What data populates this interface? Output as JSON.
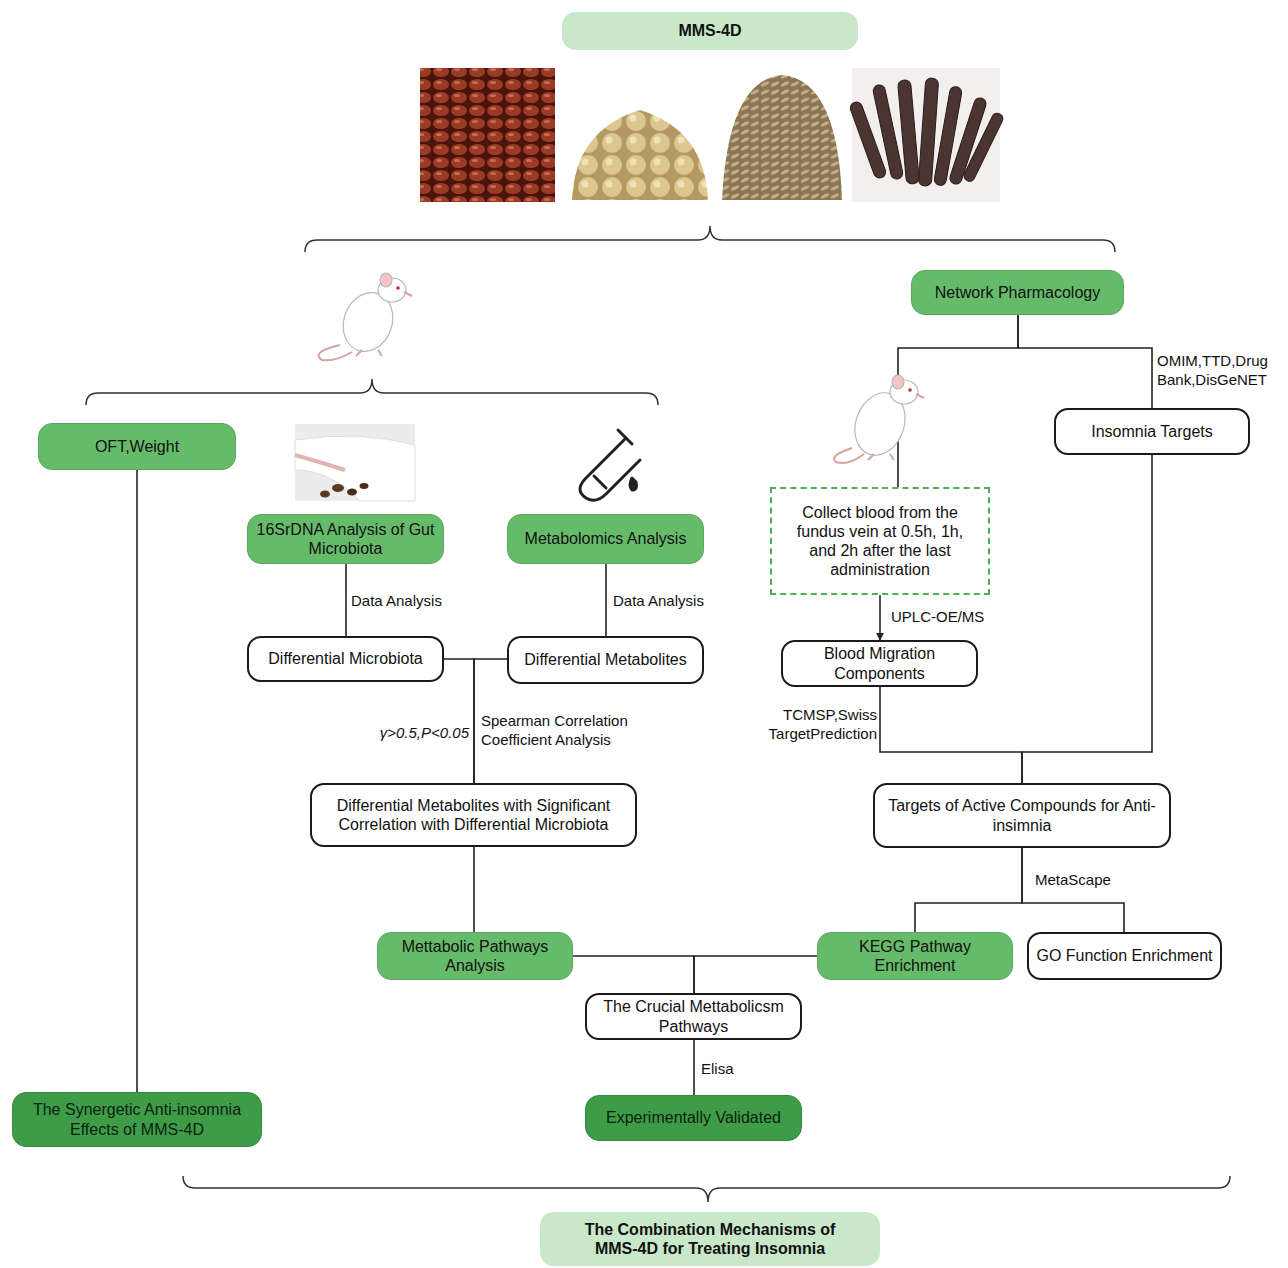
{
  "diagram": {
    "nodes": [
      {
        "text": [
          "MMS-4D"
        ]
      },
      {
        "text": [
          "Network Pharmacology"
        ]
      },
      {
        "text": [
          "Insomnia Targets"
        ]
      },
      {
        "text": [
          "OFT,Weight"
        ]
      },
      {
        "text": [
          "Collect blood from the fundus vein at 0.5h, 1h, and 2h after the last administration"
        ]
      },
      {
        "text": [
          "16SrDNA Analysis of Gut Microbiota"
        ]
      },
      {
        "text": [
          "Metabolomics Analysis"
        ]
      },
      {
        "text": [
          "Differential Microbiota"
        ]
      },
      {
        "text": [
          "Differential Metabolites"
        ]
      },
      {
        "text": [
          "Blood Migration Components"
        ]
      },
      {
        "text": [
          "Differential Metabolites with Significant Correlation with Differential Microbiota"
        ]
      },
      {
        "text": [
          "Targets of Active Compounds for Anti-insimnia"
        ]
      },
      {
        "text": [
          "Mettabolic Pathways Analysis"
        ]
      },
      {
        "text": [
          "KEGG Pathway Enrichment"
        ]
      },
      {
        "text": [
          "GO Function Enrichment"
        ]
      },
      {
        "text": [
          "The Crucial Mettabolicsm Pathways"
        ]
      },
      {
        "text": [
          "The Synergetic Anti-insomnia Effects of MMS-4D"
        ]
      },
      {
        "text": [
          "Experimentally Validated"
        ]
      },
      {
        "text": [
          "The Combination Mechanisms of MMS-4D for Treating Insomnia"
        ]
      }
    ],
    "edges": [
      {
        "from": 1,
        "to": 2,
        "arrow": "none",
        "label": "OMIM,TTD,Drug Bank,DisGeNET"
      },
      {
        "from": 1,
        "to": 4,
        "arrow": "none"
      },
      {
        "from": 4,
        "to": 9,
        "arrow": "to",
        "label": "UPLC-OE/MS"
      },
      {
        "from": 2,
        "to": 11,
        "arrow": "none"
      },
      {
        "from": 9,
        "to": 11,
        "arrow": "none",
        "label": "TCMSP,Swiss TargetPrediction"
      },
      {
        "from": 5,
        "to": 7,
        "arrow": "none",
        "label": "Data Analysis"
      },
      {
        "from": 6,
        "to": 8,
        "arrow": "none",
        "label": "Data Analysis"
      },
      {
        "from": 7,
        "to": 10,
        "arrow": "none",
        "label": "γ>0.5,P<0.05"
      },
      {
        "from": 8,
        "to": 10,
        "arrow": "none",
        "label": "Spearman Correlation Coefficient Analysis"
      },
      {
        "from": 10,
        "to": 12,
        "arrow": "none"
      },
      {
        "from": 11,
        "to": 13,
        "arrow": "none",
        "label": "MetaScape"
      },
      {
        "from": 11,
        "to": 14,
        "arrow": "none"
      },
      {
        "from": 12,
        "to": 15,
        "arrow": "none"
      },
      {
        "from": 13,
        "to": 15,
        "arrow": "none"
      },
      {
        "from": 15,
        "to": 17,
        "arrow": "none",
        "label": "Elisa"
      },
      {
        "from": 3,
        "to": 16,
        "arrow": "none"
      }
    ]
  }
}
